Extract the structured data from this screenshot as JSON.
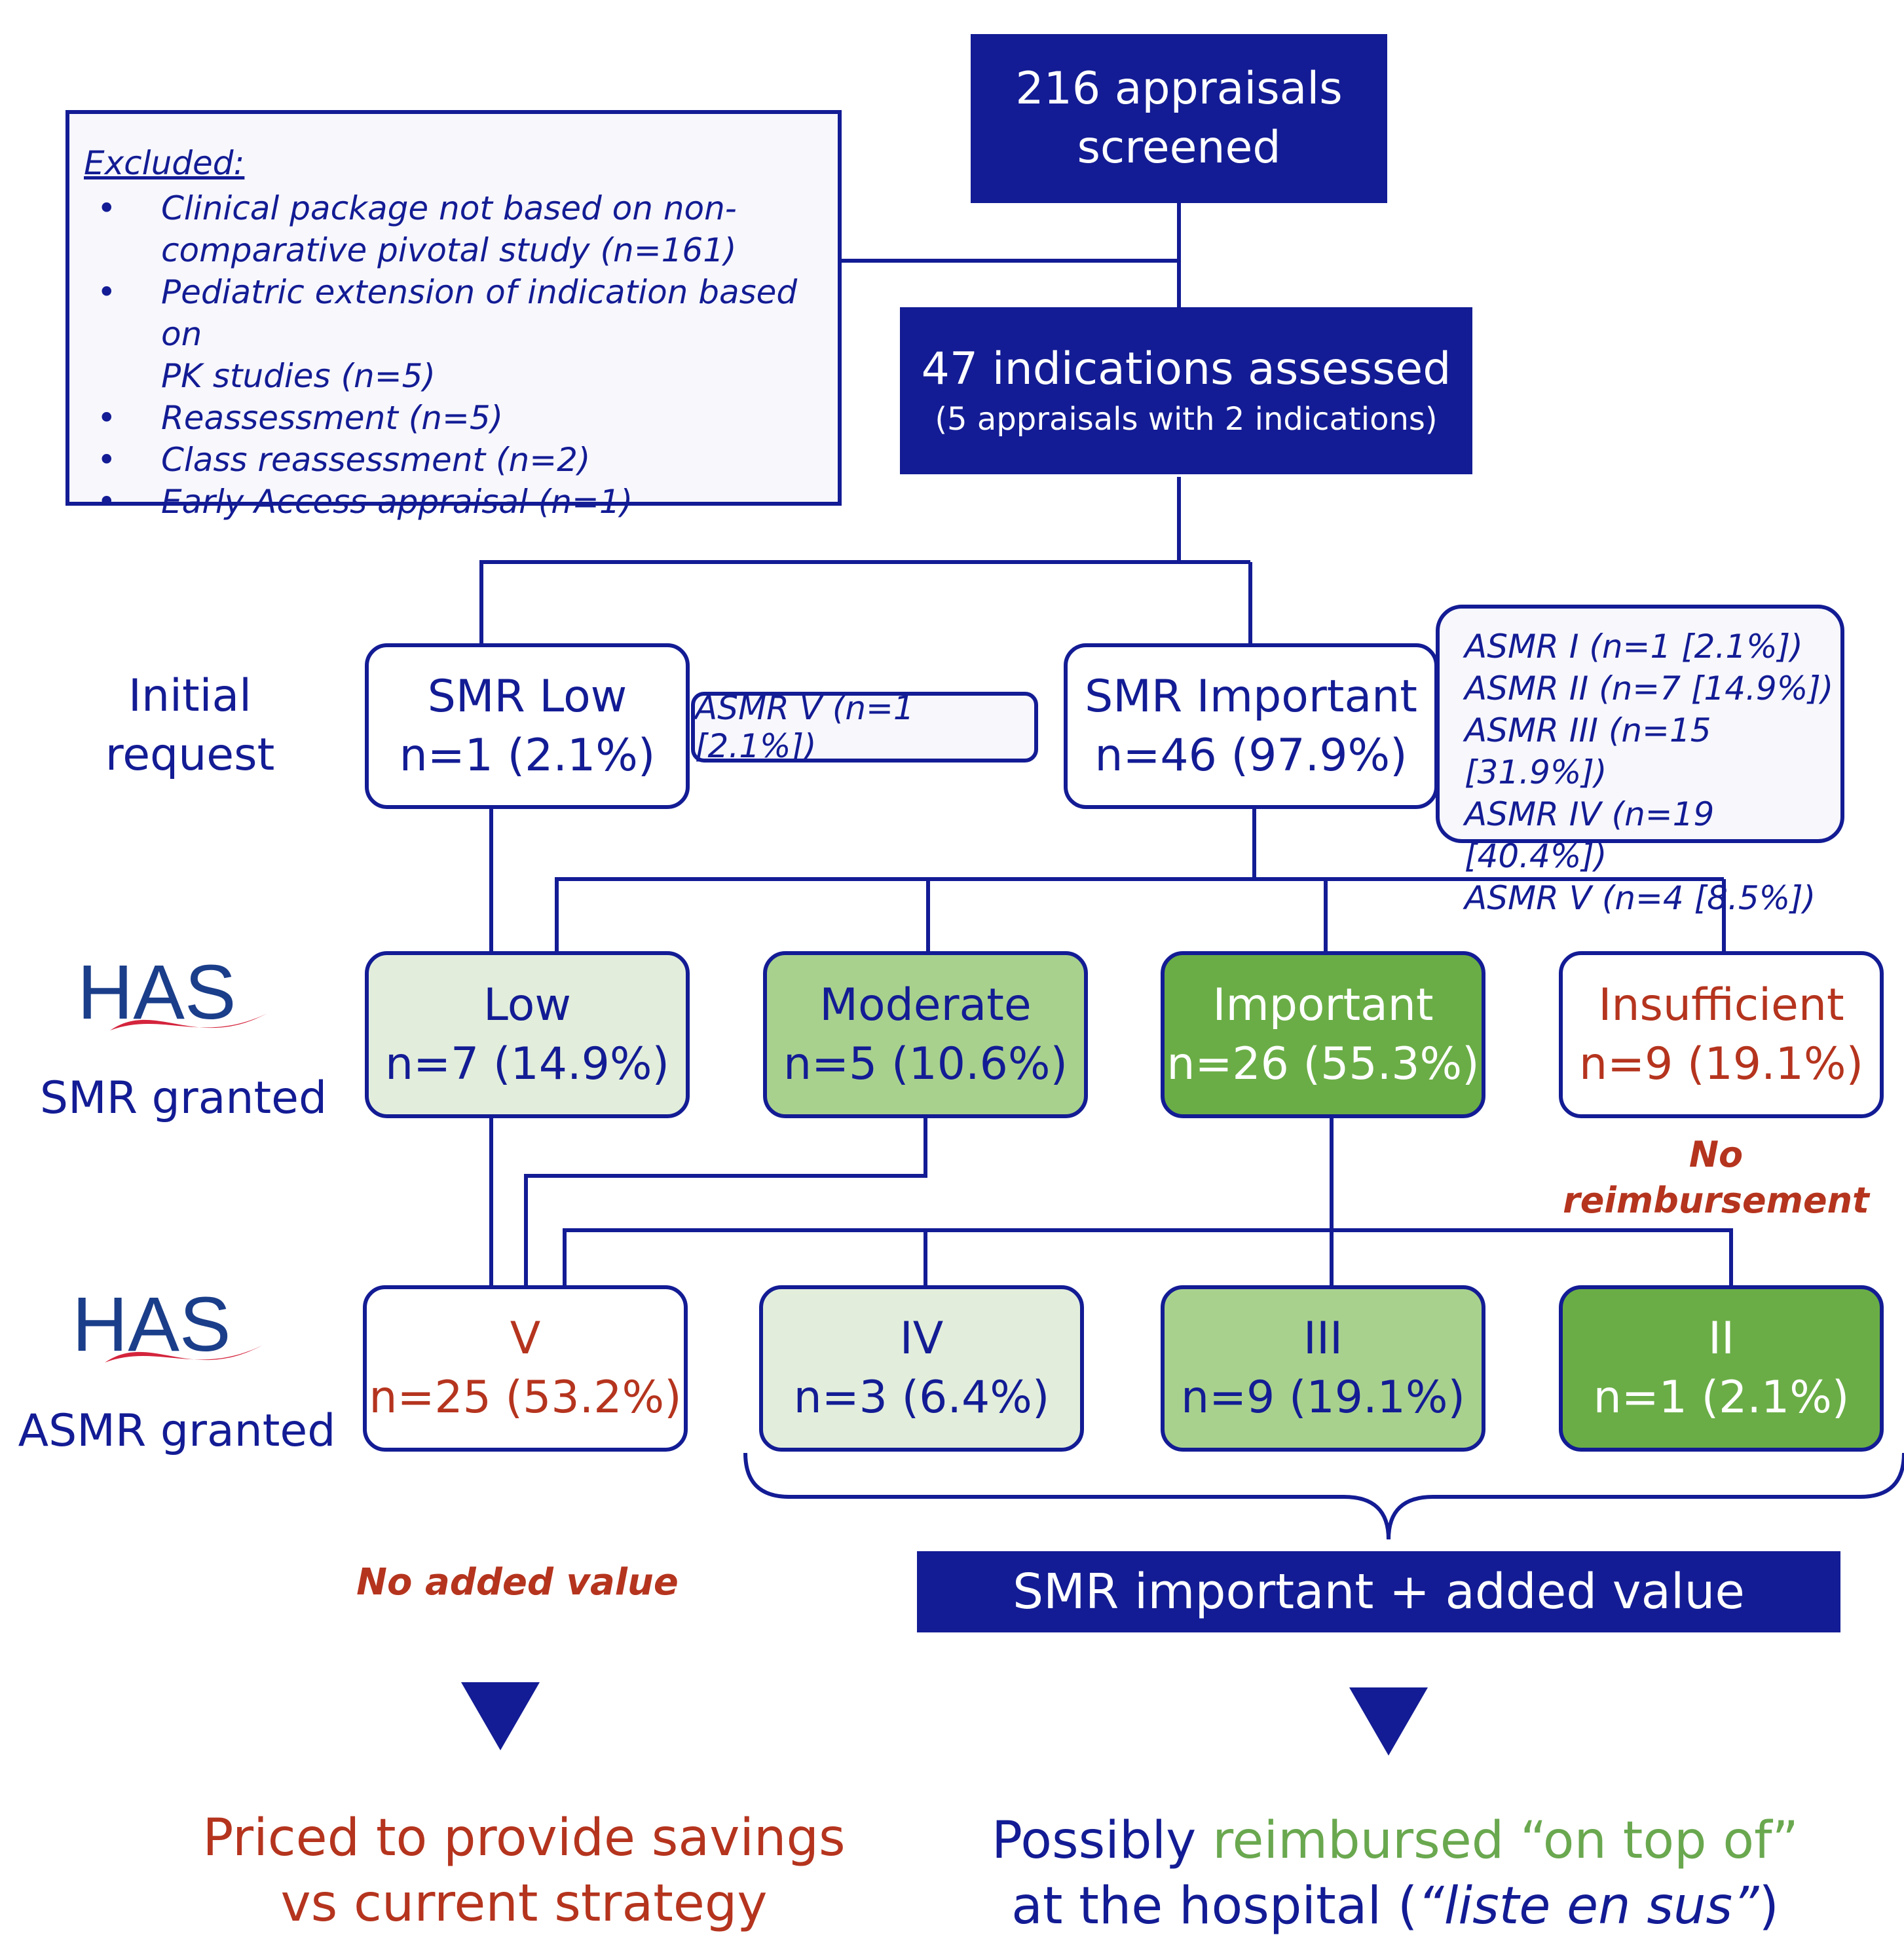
{
  "colors": {
    "navy": "#131c94",
    "red_text": "#b5341e",
    "green_text": "#6aa84f",
    "low_fill": "#e2eedb",
    "moderate_fill": "#a9d18e",
    "important_fill": "#6aad46",
    "white_fill": "#ffffff",
    "panel_fill": "#f7f7fc",
    "logo_navy": "#1b3e8a",
    "logo_red": "#d4243c"
  },
  "top": {
    "line1": "216 appraisals",
    "line2": "screened"
  },
  "excluded": {
    "heading": "Excluded:",
    "items": [
      [
        "Clinical package not based on non-",
        "comparative pivotal study (n=161)"
      ],
      [
        "Pediatric extension of indication based on",
        "PK studies (n=5)"
      ],
      [
        "Reassessment (n=5)"
      ],
      [
        "Class reassessment (n=2)"
      ],
      [
        "Early Access appraisal (n=1)"
      ]
    ]
  },
  "assessed": {
    "line1": "47 indications assessed",
    "line2": "(5 appraisals with 2 indications)"
  },
  "initial_request": {
    "label": [
      "Initial",
      "request"
    ],
    "smr_low": {
      "title": "SMR Low",
      "count": "n=1 (2.1%)",
      "asmr": "ASMR V (n=1 [2.1%])"
    },
    "smr_important": {
      "title": "SMR Important",
      "count": "n=46 (97.9%)",
      "asmr": [
        "ASMR I (n=1 [2.1%])",
        "ASMR II (n=7 [14.9%])",
        "ASMR III (n=15 [31.9%])",
        "ASMR IV (n=19 [40.4%])",
        "ASMR V (n=4 [8.5%])"
      ]
    }
  },
  "smr_granted": {
    "label": "SMR granted",
    "logo_text": "HAS",
    "boxes": [
      {
        "title": "Low",
        "count": "n=7 (14.9%)"
      },
      {
        "title": "Moderate",
        "count": "n=5 (10.6%)"
      },
      {
        "title": "Important",
        "count": "n=26 (55.3%)"
      },
      {
        "title": "Insufficient",
        "count": "n=9 (19.1%)"
      }
    ],
    "no_reimbursement": "No reimbursement"
  },
  "asmr_granted": {
    "label": "ASMR granted",
    "logo_text": "HAS",
    "boxes": [
      {
        "title": "V",
        "count": "n=25 (53.2%)"
      },
      {
        "title": "IV",
        "count": "n=3 (6.4%)"
      },
      {
        "title": "III",
        "count": "n=9 (19.1%)"
      },
      {
        "title": "II",
        "count": "n=1 (2.1%)"
      }
    ]
  },
  "no_added_value": "No added value",
  "smr_added_value": "SMR important + added value",
  "outcome_left": {
    "line1": "Priced to provide savings",
    "line2": "vs current strategy"
  },
  "outcome_right": {
    "part1": "Possibly ",
    "part2": "reimbursed “on top of”",
    "part3": "at the hospital (",
    "part4": "“liste en sus”",
    "part5": ")"
  }
}
